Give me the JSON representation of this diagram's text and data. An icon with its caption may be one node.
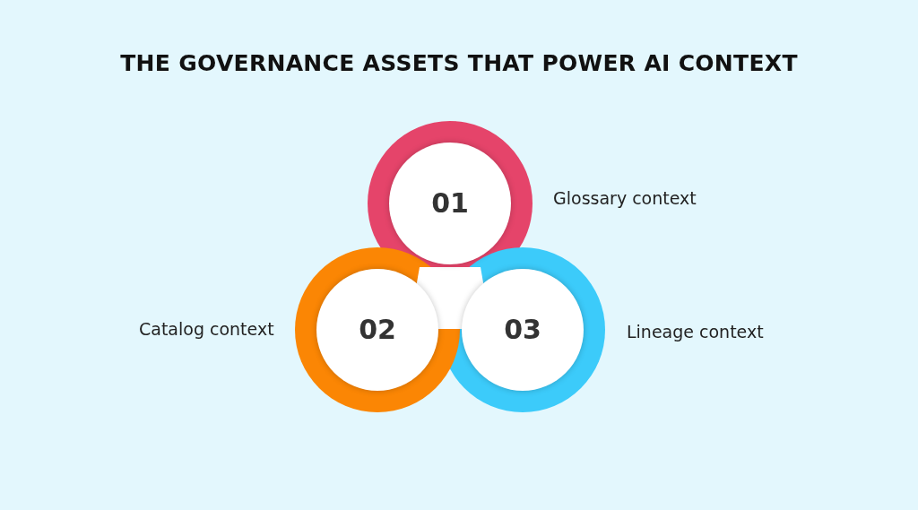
{
  "diagram": {
    "title": "THE GOVERNANCE ASSETS THAT POWER AI CONTEXT",
    "nodes": [
      {
        "text": [
          "01"
        ],
        "beside": [
          "Glossary context"
        ]
      },
      {
        "text": [
          "02"
        ],
        "beside": [
          "Catalog context"
        ]
      },
      {
        "text": [
          "03"
        ],
        "beside": [
          "Lineage context"
        ]
      }
    ]
  }
}
